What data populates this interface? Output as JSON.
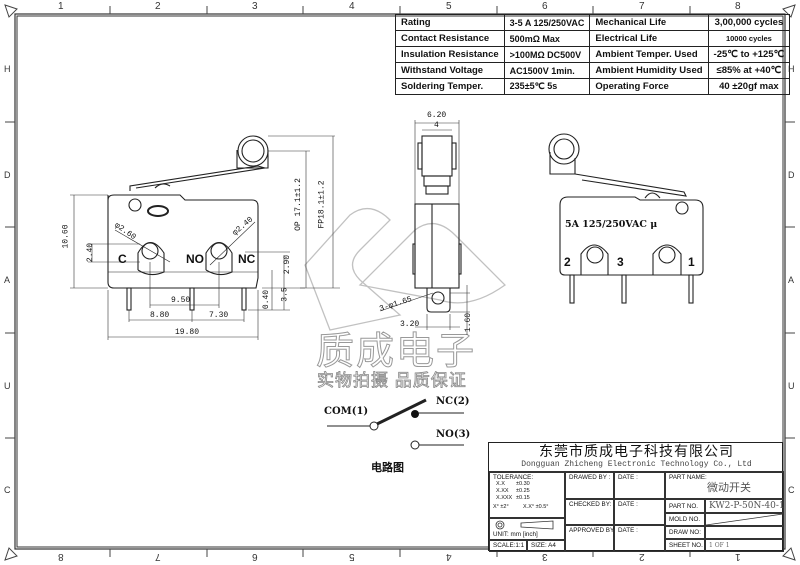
{
  "frame": {
    "top_columns": [
      "1",
      "2",
      "3",
      "4",
      "5",
      "6",
      "7",
      "8"
    ],
    "bottom_columns": [
      "8",
      "7",
      "6",
      "5",
      "4",
      "3",
      "2",
      "1"
    ],
    "left_rows": [
      "H",
      "D",
      "A",
      "U",
      "C"
    ],
    "right_rows": [
      "H",
      "D",
      "A",
      "U",
      "C"
    ]
  },
  "specs": [
    {
      "label": "Rating",
      "value": "3-5 A  125/250VAC",
      "label2": "Mechanical Life",
      "value2": "3,00,000 cycles"
    },
    {
      "label": "Contact Resistance",
      "value": "500mΩ  Max",
      "label2": "Electrical Life",
      "value2": "10000 cycles"
    },
    {
      "label": "Insulation Resistance",
      "value": ">100MΩ DC500V",
      "label2": "Ambient Temper. Used",
      "value2": "-25℃ to +125℃"
    },
    {
      "label": "Withstand Voltage",
      "value": "AC1500V  1min.",
      "label2": "Ambient Humidity Used",
      "value2": "≤85% at +40℃"
    },
    {
      "label": "Soldering Temper.",
      "value": "235±5℃ 5s",
      "label2": "Operating Force",
      "value2": "40 ±20gf max"
    }
  ],
  "front_view": {
    "terminals": [
      "C",
      "NO",
      "NC"
    ],
    "dims": {
      "height": "10.60",
      "hole_offset": "2.40",
      "dia_c": "φ2.60",
      "dia_nc": "φ2.40",
      "pitch_c_nc": "9.50",
      "pitch_c_no": "8.80",
      "pitch_no_nc": "7.30",
      "length": "19.80",
      "pin_offset": "2.90",
      "pin_len": "3.5",
      "pin_w": "0.40",
      "op": "OP 17.1±1.2",
      "fp": "FP18.1±1.2"
    }
  },
  "side_view": {
    "dims": {
      "width": "6.20",
      "roller": "4",
      "holes": "3-φ1.65",
      "pin_w": "3.20",
      "pin_h": "1.60"
    }
  },
  "back_view": {
    "rating_text": "5A  125/250VAC μ",
    "terminals": [
      "2",
      "3",
      "1"
    ]
  },
  "watermark": {
    "title": "质成电子",
    "subtitle": "实物拍摄 品质保证"
  },
  "circuit": {
    "com": "COM(1)",
    "nc": "NC(2)",
    "no": "NO(3)",
    "caption": "电路图"
  },
  "title_block": {
    "company_cn": "东莞市质成电子科技有限公司",
    "company_en": "Dongguan Zhicheng Electronic Technology Co., Ltd",
    "tolerance_label": "TOLERANCE:",
    "tolerances": [
      {
        "k": "X.X",
        "v": "±0.30"
      },
      {
        "k": "X.XX",
        "v": "±0.25"
      },
      {
        "k": "X.XXX",
        "v": "±0.15"
      }
    ],
    "angle_tol_1": "X° ±2°",
    "angle_tol_2": "X.X° ±0.5°",
    "unit": "UNIT:  mm  [inch]",
    "scale": "SCALE:1:1",
    "size": "SIZE:  A4",
    "drawed_by": "DRAWED BY :",
    "checked_by": "CHECKED BY:",
    "approved_by": "APPROVED BY:",
    "date": "DATE :",
    "part_name_label": "PART NAME:",
    "part_name": "微动开关",
    "part_no_label": "PART NO.",
    "part_no": "KW2-P-50N-40-1",
    "mold_no_label": "MOLD NO.",
    "draw_no_label": "DRAW NO:",
    "sheet_no_label": "SHEET NO.",
    "sheet_no": "1 OF 1"
  }
}
